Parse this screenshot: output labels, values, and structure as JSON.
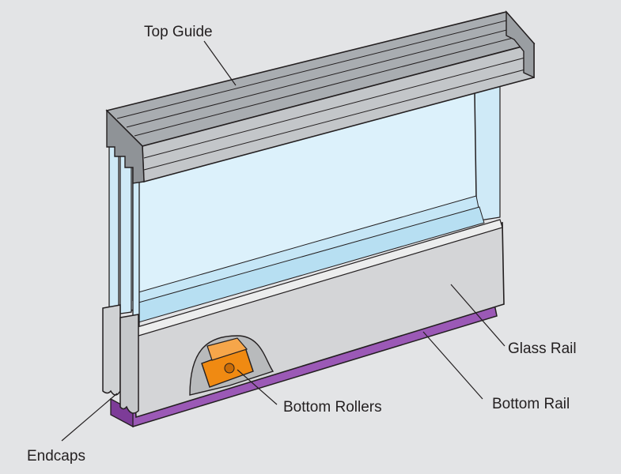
{
  "labels": {
    "top_guide": "Top Guide",
    "glass_rail": "Glass Rail",
    "bottom_rail": "Bottom Rail",
    "bottom_rollers": "Bottom Rollers",
    "endcaps": "Endcaps"
  },
  "colors": {
    "background": "#e3e4e6",
    "glass": "#dcf1fb",
    "glass_edge": "#8fc6e2",
    "aluminium": "#a9adb1",
    "aluminium_dark": "#6f7378",
    "glass_rail": "#d4d5d7",
    "bottom_rail": "#9b59b6",
    "roller": "#f08a12"
  }
}
